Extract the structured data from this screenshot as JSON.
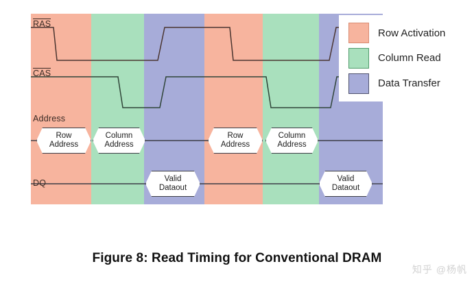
{
  "figure": {
    "caption": "Figure 8: Read Timing for Conventional DRAM",
    "watermark": "知乎 @杨帆"
  },
  "colors": {
    "row_activation": "#f7b49e",
    "row_activation_border": "#d98c72",
    "column_read": "#a9e0bd",
    "column_read_border": "#4f9c6b",
    "data_transfer": "#a7acd9",
    "data_transfer_border": "#50536f",
    "waveform_stroke": "#2f3347",
    "label_color": "#3a2a24",
    "box_fill": "#ffffff",
    "box_border": "#3c3c46"
  },
  "legend": {
    "items": [
      {
        "label": "Row Activation",
        "color": "#f7b49e",
        "border": "#d98c72"
      },
      {
        "label": "Column Read",
        "color": "#a9e0bd",
        "border": "#4f9c6b"
      },
      {
        "label": "Data Transfer",
        "color": "#a7acd9",
        "border": "#50536f"
      }
    ]
  },
  "signals": {
    "ras": {
      "name": "RAS",
      "active_low": true
    },
    "cas": {
      "name": "CAS",
      "active_low": true
    },
    "address": {
      "name": "Address",
      "active_low": false
    },
    "dq": {
      "name": "DQ",
      "active_low": false
    }
  },
  "bands": [
    {
      "phase": "Row Activation",
      "x": 0,
      "width": 88,
      "color": "#f7b49e"
    },
    {
      "phase": "Column Read",
      "x": 88,
      "width": 77,
      "color": "#a9e0bd"
    },
    {
      "phase": "Data Transfer",
      "x": 165,
      "width": 88,
      "color": "#a7acd9"
    },
    {
      "phase": "Row Activation",
      "x": 253,
      "width": 85,
      "color": "#f7b49e"
    },
    {
      "phase": "Column Read",
      "x": 338,
      "width": 82,
      "color": "#a9e0bd"
    },
    {
      "phase": "Data Transfer",
      "x": 420,
      "width": 93,
      "color": "#a7acd9"
    }
  ],
  "data_boxes": {
    "address": [
      {
        "line1": "Row",
        "line2": "Address",
        "x": 8,
        "width": 80
      },
      {
        "line1": "Column",
        "line2": "Address",
        "x": 90,
        "width": 77
      },
      {
        "line1": "Row",
        "line2": "Address",
        "x": 258,
        "width": 80
      },
      {
        "line1": "Column",
        "line2": "Address",
        "x": 342,
        "width": 77
      }
    ],
    "dq": [
      {
        "line1": "Valid",
        "line2": "Dataout",
        "x": 167,
        "width": 80
      },
      {
        "line1": "Valid",
        "line2": "Dataout",
        "x": 420,
        "width": 78
      }
    ]
  },
  "chart_data": {
    "type": "line",
    "title": "Figure 8: Read Timing for Conventional DRAM",
    "xlabel": "",
    "ylabel": "",
    "x_range": [
      0,
      513
    ],
    "series": [
      {
        "name": "RAS",
        "level_high_y": 20,
        "level_low_y": 68,
        "transitions": [
          {
            "x": 0,
            "level": "high"
          },
          {
            "x": 33,
            "level": "fall"
          },
          {
            "x": 38,
            "level": "low"
          },
          {
            "x": 185,
            "level": "rise"
          },
          {
            "x": 195,
            "level": "high"
          },
          {
            "x": 290,
            "level": "fall"
          },
          {
            "x": 295,
            "level": "low"
          },
          {
            "x": 435,
            "level": "rise"
          },
          {
            "x": 445,
            "level": "high"
          },
          {
            "x": 513,
            "level": "high"
          }
        ]
      },
      {
        "name": "CAS",
        "level_high_y": 92,
        "level_low_y": 137,
        "transitions": [
          {
            "x": 0,
            "level": "high"
          },
          {
            "x": 127,
            "level": "fall"
          },
          {
            "x": 134,
            "level": "low"
          },
          {
            "x": 188,
            "level": "rise"
          },
          {
            "x": 197,
            "level": "high"
          },
          {
            "x": 343,
            "level": "fall"
          },
          {
            "x": 350,
            "level": "low"
          },
          {
            "x": 437,
            "level": "rise"
          },
          {
            "x": 446,
            "level": "high"
          },
          {
            "x": 513,
            "level": "high"
          }
        ]
      },
      {
        "name": "Address",
        "bus_y": 185,
        "valid_windows": [
          {
            "label": "Row Address",
            "x0": 8,
            "x1": 88
          },
          {
            "label": "Column Address",
            "x0": 90,
            "x1": 167
          },
          {
            "label": "Row Address",
            "x0": 258,
            "x1": 338
          },
          {
            "label": "Column Address",
            "x0": 342,
            "x1": 419
          }
        ]
      },
      {
        "name": "DQ",
        "bus_y": 248,
        "valid_windows": [
          {
            "label": "Valid Dataout",
            "x0": 167,
            "x1": 247
          },
          {
            "label": "Valid Dataout",
            "x0": 420,
            "x1": 498
          }
        ]
      }
    ]
  }
}
